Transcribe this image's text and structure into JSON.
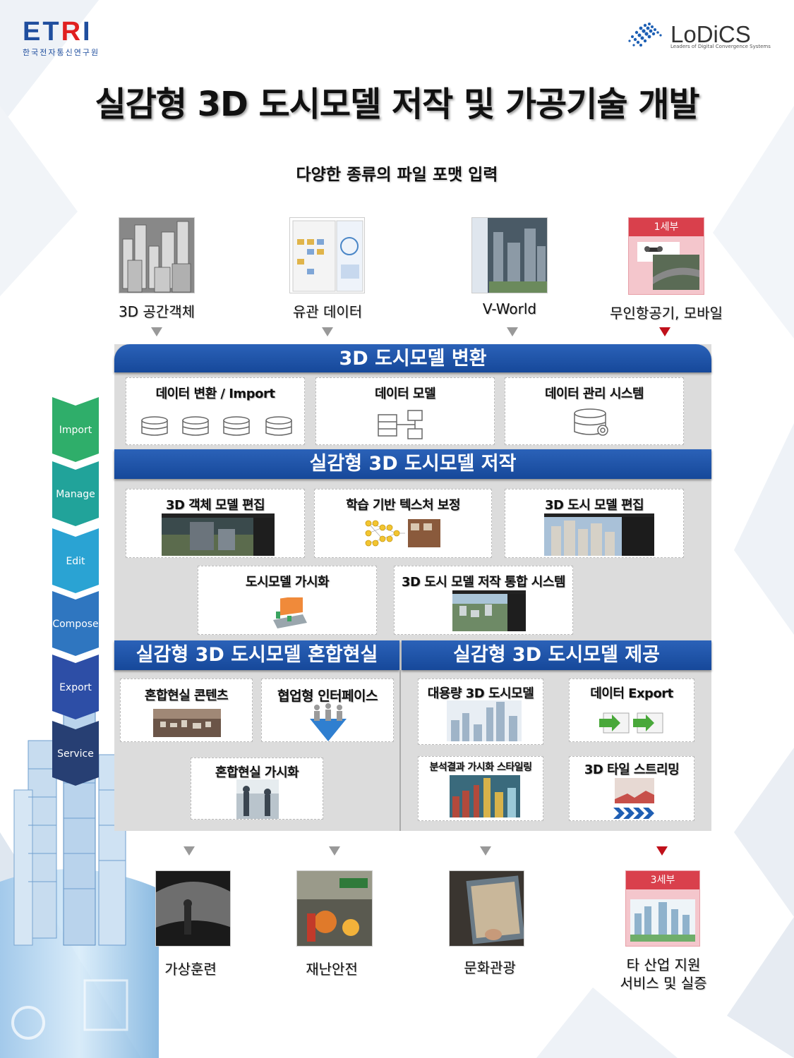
{
  "header": {
    "etri_logo": "ETRI",
    "etri_sub": "한국전자통신연구원",
    "lodics_logo": "LoDiCS",
    "lodics_sub": "Leaders of Digital Convergence Systems"
  },
  "title": "실감형 3D 도시모델 저작 및 가공기술 개발",
  "subtitle": "다양한 종류의 파일 포맷 입력",
  "inputs": [
    {
      "label": "3D 공간객체"
    },
    {
      "label": "유관 데이터"
    },
    {
      "label": "V-World"
    },
    {
      "label": "무인항공기, 모바일",
      "tag": "1세부"
    }
  ],
  "steps": [
    "Import",
    "Manage",
    "Edit",
    "Compose",
    "Export",
    "Service"
  ],
  "sections": {
    "convert": {
      "title": "3D 도시모델 변환",
      "boxes": [
        "데이터 변환 / Import",
        "데이터 모델",
        "데이터 관리 시스템"
      ]
    },
    "author": {
      "title": "실감형 3D 도시모델 저작",
      "boxes": [
        "3D 객체 모델 편집",
        "학습 기반 텍스처 보정",
        "3D 도시 모델 편집",
        "도시모델 가시화",
        "3D 도시 모델 저작 통합 시스템"
      ]
    },
    "mixed": {
      "title": "실감형 3D 도시모델 혼합현실",
      "boxes": [
        "혼합현실 콘텐츠",
        "협업형 인터페이스",
        "혼합현실 가시화"
      ]
    },
    "provide": {
      "title": "실감형 3D 도시모델 제공",
      "boxes": [
        "대용량 3D 도시모델",
        "데이터 Export",
        "분석결과 가시화 스타일링",
        "3D 타일 스트리밍"
      ]
    }
  },
  "outputs": [
    {
      "label": "가상훈련"
    },
    {
      "label": "재난안전"
    },
    {
      "label": "문화관광"
    },
    {
      "label_line1": "타 산업 지원",
      "label_line2": "서비스 및 실증",
      "tag": "3세부"
    }
  ],
  "colors": {
    "bar_blue": "#1f55a8",
    "panel_gray": "#dcdcdc",
    "accent_red": "#d9404c",
    "step_green": "#2fae6a",
    "step_teal": "#21a39a",
    "step_cyan": "#2aa3d3",
    "step_blue": "#2f76c0",
    "step_indigo": "#2d4ea6",
    "step_navy": "#273f73"
  }
}
